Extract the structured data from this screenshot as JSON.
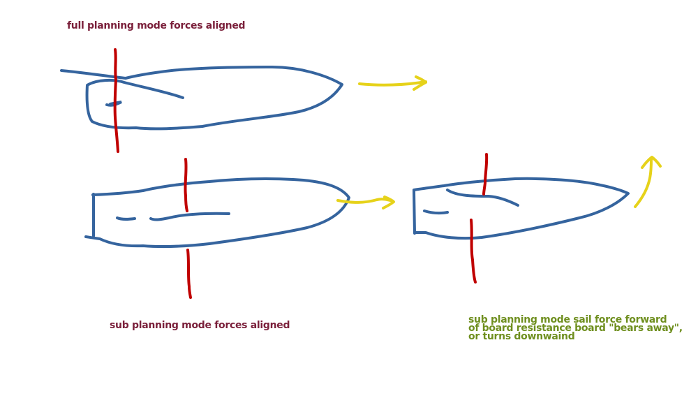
{
  "labels": {
    "full_planning": "full planning mode forces aligned",
    "sub_planning": "sub planning mode forces aligned",
    "sub_planning_forward": [
      "sub planning mode sail force forward",
      "of board resistance board \"bears away\",",
      "or turns downwaind"
    ]
  },
  "colors": {
    "board_outline": "#35649e",
    "force_line": "#c00000",
    "motion_arrow": "#e6d21a",
    "label_maroon": "#7a1f3a",
    "label_olive": "#6f8f1f"
  },
  "icons": {
    "board_shape": "board-outline-icon",
    "force": "force-line-icon",
    "motion": "arrow-icon"
  }
}
